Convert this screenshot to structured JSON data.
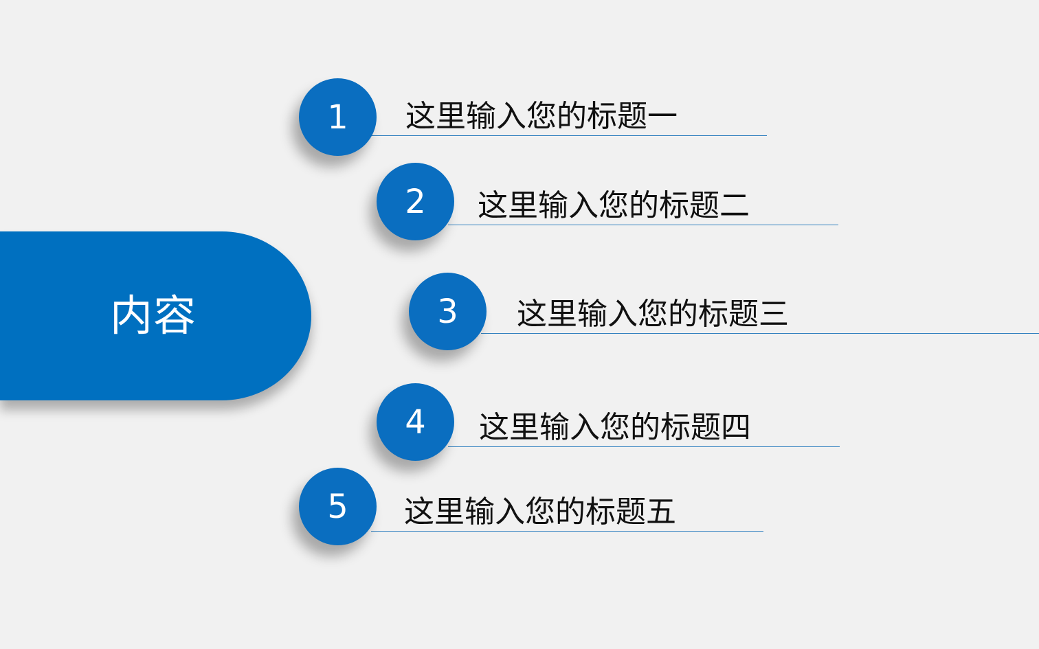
{
  "slide": {
    "section_title": "内容",
    "accent_color": "#0070c0",
    "background_color": "#f1f1f1",
    "items": [
      {
        "number": "1",
        "title": "这里输入您的标题一"
      },
      {
        "number": "2",
        "title": "这里输入您的标题二"
      },
      {
        "number": "3",
        "title": "这里输入您的标题三"
      },
      {
        "number": "4",
        "title": "这里输入您的标题四"
      },
      {
        "number": "5",
        "title": "这里输入您的标题五"
      }
    ]
  }
}
